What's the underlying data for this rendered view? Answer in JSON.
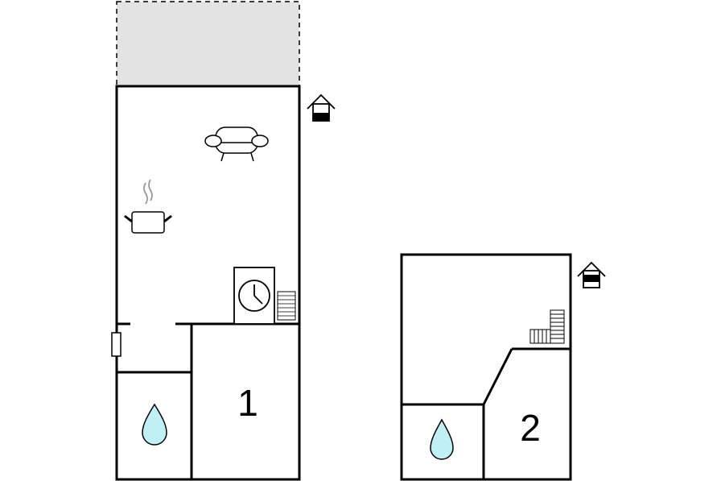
{
  "floors": [
    {
      "label": "1",
      "level_icon": "floor-level-ground-icon"
    },
    {
      "label": "2",
      "level_icon": "floor-level-upper-icon"
    }
  ],
  "icons": {
    "terrace": "terrace-area",
    "sofa": "sofa-icon",
    "kitchen": "cooking-pot-icon",
    "sauna": "sauna-clock-icon",
    "stairs": "stairs-icon",
    "bathroom": "water-drop-icon"
  },
  "colors": {
    "terrace_fill": "#e3e3e3",
    "water_fill": "#bff0f5",
    "wall": "#000000"
  }
}
